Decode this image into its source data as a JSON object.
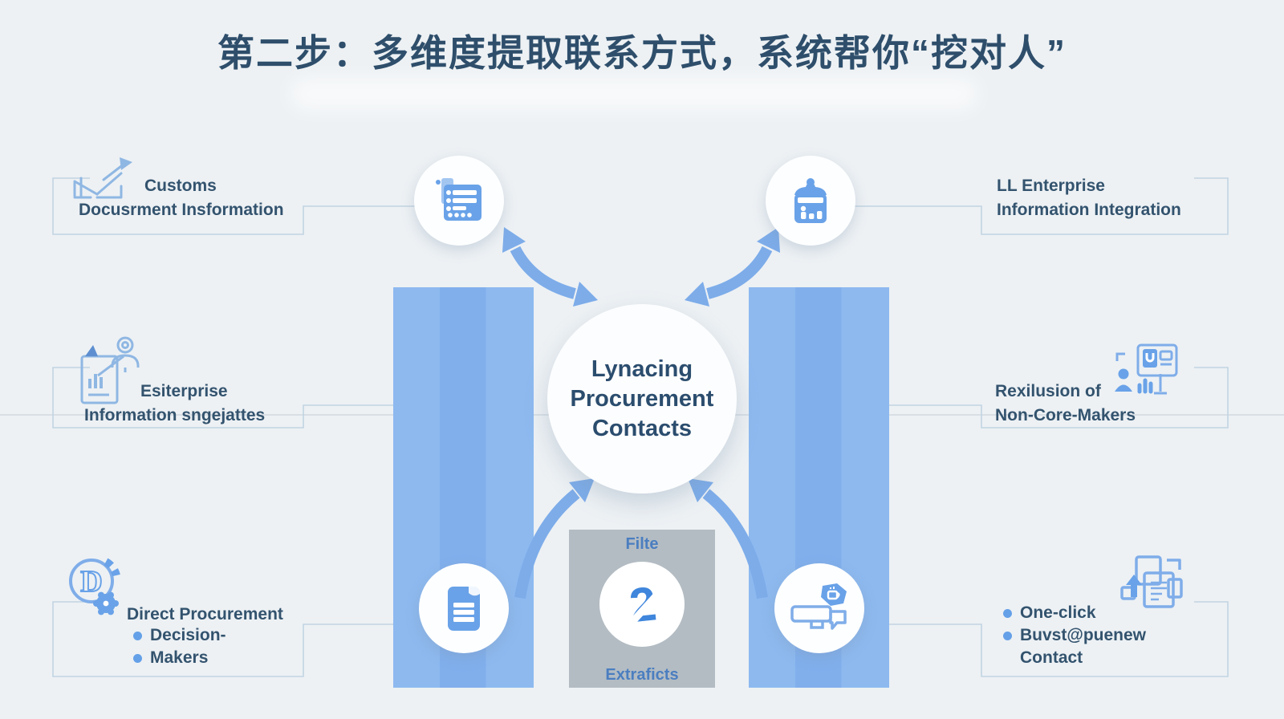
{
  "title": "第二步：多维度提取联系方式，系统帮你“挖对人”",
  "center_circle": {
    "lines": [
      "Lynacing",
      "Procurement",
      "Contacts"
    ]
  },
  "filter_panel": {
    "top_label": "Filte",
    "bottom_label": "Extraficts",
    "glyph": "2",
    "glyph_icon": "filter-question-icon"
  },
  "boxes": {
    "left_top": {
      "line1": "Customs",
      "line2": "Docusrment Insformation",
      "icon": "customs-trend-icon"
    },
    "left_middle": {
      "line1": "Esiterprise",
      "line2": "Information sngejattes",
      "icon": "document-analysis-icon"
    },
    "left_bottom": {
      "title": "Direct Procurement",
      "bullets": [
        "Decision-",
        "Makers"
      ],
      "icon": "d-gear-icon",
      "icon_letter": "D"
    },
    "right_top": {
      "line1": "LL Enterprise",
      "line2": "Information Integration"
    },
    "right_middle": {
      "line1": "Rexilusion of",
      "line2": "Non-Core-Makers",
      "icon": "presentation-icon"
    },
    "right_bottom": {
      "bullets": [
        "One-click",
        "Buvst@puenew"
      ],
      "line3": "Contact",
      "icon": "documents-transfer-icon"
    }
  },
  "hub_icons": {
    "top_left": "form-list-icon",
    "top_right": "jar-data-icon",
    "bottom_left": "clipboard-icon",
    "bottom_right": "chat-service-icon"
  },
  "colors": {
    "background": "#edf1f4",
    "bar_blue": "#88b4ee",
    "arrow_blue": "#7dace9",
    "icon_blue": "#69a2e8",
    "icon_stroke": "#8fb7e3",
    "dark_text": "#2e4e6b",
    "panel_gray": "#b3bcc3",
    "panel_text": "#4b7ec0",
    "border": "#c2d4e2",
    "bullet_blue": "#64a0e8",
    "glyph_blue": "#3f86dc"
  }
}
